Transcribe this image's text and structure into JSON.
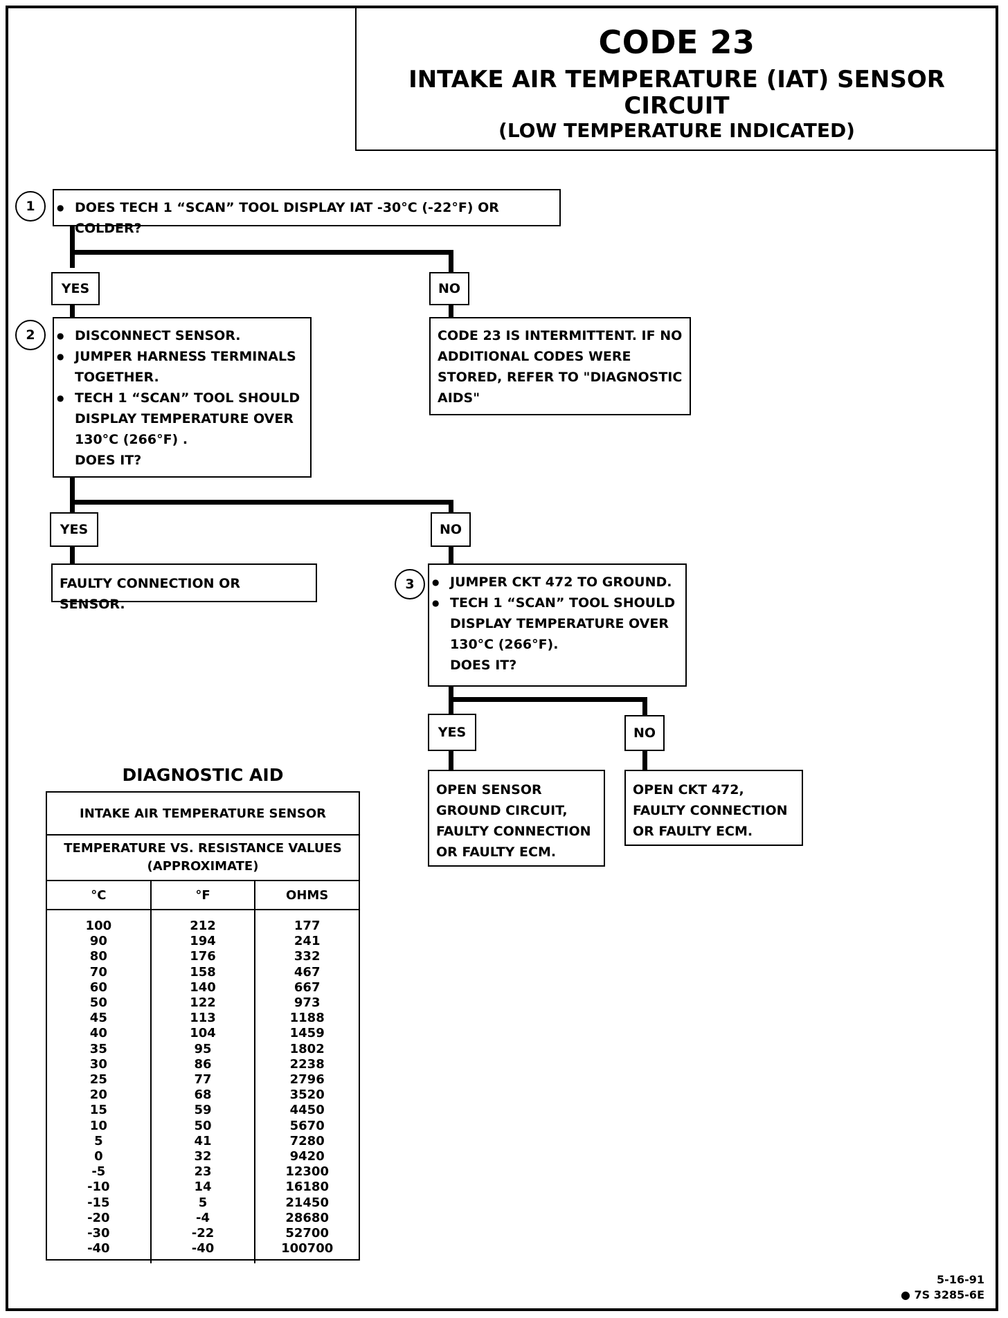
{
  "header": {
    "code": "CODE 23",
    "title": "INTAKE AIR TEMPERATURE (IAT) SENSOR CIRCUIT",
    "subtitle": "(LOW TEMPERATURE INDICATED)"
  },
  "step1": {
    "number": "1",
    "bullet": "DOES TECH 1 “SCAN” TOOL DISPLAY IAT -30°C (-22°F) OR COLDER?"
  },
  "branch1": {
    "yes_label": "YES",
    "no_label": "NO",
    "no_result": [
      "CODE 23 IS INTERMITTENT. IF NO",
      "ADDITIONAL CODES WERE",
      "STORED, REFER TO \"DIAGNOSTIC",
      "AIDS\""
    ]
  },
  "step2": {
    "number": "2",
    "bullets": [
      "DISCONNECT SENSOR.",
      "JUMPER HARNESS TERMINALS TOGETHER.",
      "TECH 1 “SCAN” TOOL SHOULD DISPLAY TEMPERATURE OVER 130°C (266°F) ."
    ],
    "question": "DOES IT?"
  },
  "branch2": {
    "yes_label": "YES",
    "no_label": "NO",
    "yes_result": "FAULTY CONNECTION OR SENSOR."
  },
  "step3": {
    "number": "3",
    "bullets": [
      "JUMPER CKT 472 TO GROUND.",
      "TECH 1 “SCAN” TOOL SHOULD DISPLAY TEMPERATURE OVER 130°C (266°F)."
    ],
    "question": "DOES IT?"
  },
  "branch3": {
    "yes_label": "YES",
    "no_label": "NO",
    "yes_result": [
      "OPEN SENSOR",
      "GROUND CIRCUIT,",
      "FAULTY CONNECTION",
      "OR FAULTY ECM."
    ],
    "no_result": [
      "OPEN CKT 472,",
      "FAULTY CONNECTION",
      "OR FAULTY ECM."
    ]
  },
  "diagnostic_aid": {
    "title": "DIAGNOSTIC AID",
    "header1": "INTAKE AIR TEMPERATURE SENSOR",
    "header2_line1": "TEMPERATURE VS. RESISTANCE VALUES",
    "header2_line2": "(APPROXIMATE)",
    "columns": [
      "°C",
      "°F",
      "OHMS"
    ],
    "celsius": [
      "100",
      "90",
      "80",
      "70",
      "60",
      "50",
      "45",
      "40",
      "35",
      "30",
      "25",
      "20",
      "15",
      "10",
      "5",
      "0",
      "-5",
      "-10",
      "-15",
      "-20",
      "-30",
      "-40"
    ],
    "fahrenheit": [
      "212",
      "194",
      "176",
      "158",
      "140",
      "122",
      "113",
      "104",
      "95",
      "86",
      "77",
      "68",
      "59",
      "50",
      "41",
      "32",
      "23",
      "14",
      "5",
      "-4",
      "-22",
      "-40"
    ],
    "ohms": [
      "177",
      "241",
      "332",
      "467",
      "667",
      "973",
      "1188",
      "1459",
      "1802",
      "2238",
      "2796",
      "3520",
      "4450",
      "5670",
      "7280",
      "9420",
      "12300",
      "16180",
      "21450",
      "28680",
      "52700",
      "100700"
    ]
  },
  "footer": {
    "date": "5-16-91",
    "doc_id": "7S 3285-6E"
  }
}
